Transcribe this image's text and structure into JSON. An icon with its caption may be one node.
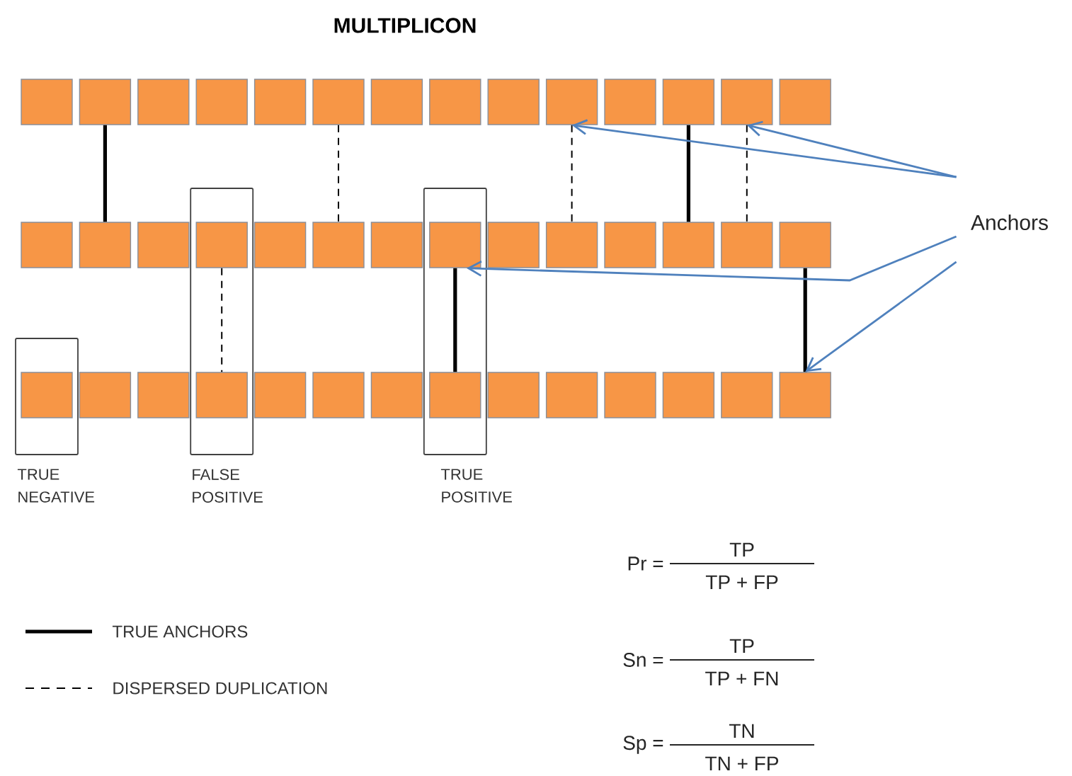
{
  "diagram": {
    "title": "MULTIPLICON",
    "nodes": [
      {
        "text": [
          "TRUE NEGATIVE"
        ]
      },
      {
        "text": [
          "FALSE POSITIVE"
        ]
      },
      {
        "text": [
          "TRUE POSITIVE"
        ]
      },
      {
        "text": [],
        "shape": "box"
      },
      {
        "text": [],
        "shape": "box"
      },
      {
        "text": [],
        "shape": "box"
      },
      {
        "text": [],
        "shape": "box"
      },
      {
        "text": [],
        "shape": "box"
      },
      {
        "text": [],
        "shape": "box"
      },
      {
        "text": [],
        "shape": "box"
      },
      {
        "text": [],
        "shape": "box"
      },
      {
        "text": [],
        "shape": "box"
      },
      {
        "text": [],
        "shape": "box"
      },
      {
        "text": [],
        "shape": "box"
      },
      {
        "text": [],
        "shape": "box"
      },
      {
        "text": [],
        "shape": "box"
      },
      {
        "text": [],
        "shape": "box"
      },
      {
        "text": [],
        "shape": "box"
      },
      {
        "text": [],
        "shape": "box"
      },
      {
        "text": [],
        "shape": "box"
      },
      {
        "text": [],
        "shape": "box",
        "in": 1
      },
      {
        "text": [],
        "shape": "box"
      },
      {
        "text": [],
        "shape": "box"
      },
      {
        "text": [],
        "shape": "box"
      },
      {
        "text": [],
        "shape": "box",
        "in": 2
      },
      {
        "text": [],
        "shape": "box"
      },
      {
        "text": [],
        "shape": "box"
      },
      {
        "text": [],
        "shape": "box"
      },
      {
        "text": [],
        "shape": "box"
      },
      {
        "text": [],
        "shape": "box"
      },
      {
        "text": [],
        "shape": "box"
      },
      {
        "text": [],
        "shape": "box",
        "in": 0
      },
      {
        "text": [],
        "shape": "box"
      },
      {
        "text": [],
        "shape": "box"
      },
      {
        "text": [],
        "shape": "box",
        "in": 1
      },
      {
        "text": [],
        "shape": "box"
      },
      {
        "text": [],
        "shape": "box"
      },
      {
        "text": [],
        "shape": "box"
      },
      {
        "text": [],
        "shape": "box",
        "in": 2
      },
      {
        "text": [],
        "shape": "box"
      },
      {
        "text": [],
        "shape": "box"
      },
      {
        "text": [],
        "shape": "box"
      },
      {
        "text": [],
        "shape": "box"
      },
      {
        "text": [],
        "shape": "box"
      },
      {
        "text": [],
        "shape": "box"
      },
      {
        "text": [
          "Anchors"
        ]
      }
    ],
    "edges": [
      {
        "from": 4,
        "to": 18,
        "arrow": "none"
      },
      {
        "from": 8,
        "to": 22,
        "arrow": "none",
        "style": "dashed"
      },
      {
        "from": 12,
        "to": 26,
        "arrow": "none",
        "style": "dashed"
      },
      {
        "from": 14,
        "to": 28,
        "arrow": "none"
      },
      {
        "from": 15,
        "to": 29,
        "arrow": "none",
        "style": "dashed"
      },
      {
        "from": 20,
        "to": 34,
        "arrow": "none",
        "style": "dashed"
      },
      {
        "from": 24,
        "to": 38,
        "arrow": "none"
      },
      {
        "from": 30,
        "to": 44,
        "arrow": "none"
      },
      {
        "from": 45,
        "to": 12,
        "arrow": "to",
        "color": "#4f81bd"
      },
      {
        "from": 45,
        "to": 15,
        "arrow": "to",
        "color": "#4f81bd"
      },
      {
        "from": 45,
        "to": 24,
        "arrow": "to",
        "color": "#4f81bd"
      },
      {
        "from": 45,
        "to": 44,
        "arrow": "to",
        "color": "#4f81bd"
      }
    ],
    "labels": [
      "Pr =",
      "TP",
      "TP + FP",
      "Sn =",
      "TP",
      "TP + FN",
      "Sp =",
      "TN",
      "TN + FP"
    ],
    "legend": [
      {
        "text": "TRUE ANCHORS"
      },
      {
        "text": "DISPERSED DUPLICATION"
      }
    ]
  }
}
